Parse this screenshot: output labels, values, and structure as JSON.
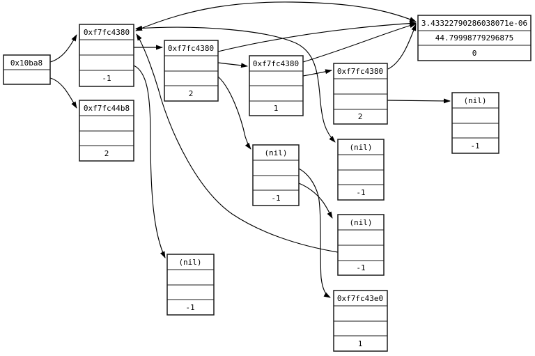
{
  "diagram": {
    "background": "#ffffff",
    "line_color": "#000000",
    "nodes": {
      "root": {
        "title": "0x10ba8"
      },
      "n1": {
        "title": "0xf7fc4380",
        "value": "-1"
      },
      "n2": {
        "title": "0xf7fc44b8",
        "value": "2"
      },
      "n3": {
        "title": "0xf7fc4380",
        "value": "2"
      },
      "n4": {
        "title": "0xf7fc4380",
        "value": "1"
      },
      "n5": {
        "title": "0xf7fc4380",
        "value": "2"
      },
      "floats": {
        "v1": "3.43322790286038071e-06",
        "v2": "44.79998779296875",
        "v3": "0"
      },
      "nil_right": {
        "title": "(nil)",
        "value": "-1"
      },
      "nil_mid": {
        "title": "(nil)",
        "value": "-1"
      },
      "nil_upper": {
        "title": "(nil)",
        "value": "-1"
      },
      "nil_lower": {
        "title": "(nil)",
        "value": "-1"
      },
      "n6": {
        "title": "0xf7fc43e0",
        "value": "1"
      },
      "nil_bottom_left": {
        "title": "(nil)",
        "value": "-1"
      }
    },
    "edges": [
      {
        "from": "root.row1",
        "to": "n1"
      },
      {
        "from": "root.row2",
        "to": "n2"
      },
      {
        "from": "n1.row2",
        "to": "n3"
      },
      {
        "from": "n1.row3",
        "to": "nil_bottom_left"
      },
      {
        "from": "n3.row2",
        "to": "n4"
      },
      {
        "from": "n3.row3",
        "to": "nil_mid"
      },
      {
        "from": "n3.row1",
        "to": "floats"
      },
      {
        "from": "n4.row1",
        "to": "floats"
      },
      {
        "from": "n4.row2",
        "to": "n5"
      },
      {
        "from": "n5.row1",
        "to": "floats"
      },
      {
        "from": "n5.row3",
        "to": "nil_right"
      },
      {
        "between": "n1",
        "and": "floats",
        "arrows": "both"
      },
      {
        "between": "n1",
        "and": "nil_upper",
        "arrows": "both"
      },
      {
        "from": "nil_lower.row3",
        "to": "n1"
      },
      {
        "from": "nil_mid.row2",
        "to": "n6"
      },
      {
        "from": "nil_mid.row3",
        "to": "nil_lower"
      }
    ]
  }
}
